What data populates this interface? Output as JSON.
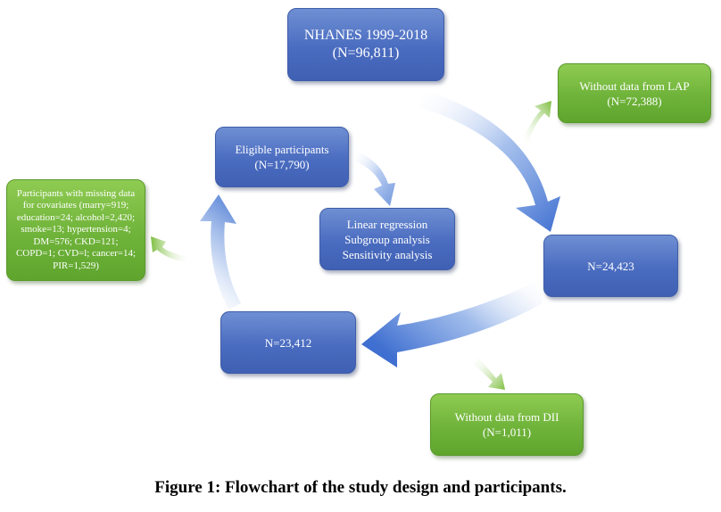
{
  "diagram": {
    "nodes": {
      "nhanes": {
        "line1": "NHANES 1999-2018",
        "line2": "(N=96,811)"
      },
      "lap": {
        "line1": "Without data from LAP",
        "line2": "(N=72,388)"
      },
      "eligible": {
        "line1": "Eligible participants",
        "line2": "(N=17,790)"
      },
      "analysis": {
        "line1": "Linear regression",
        "line2": "Subgroup analysis",
        "line3": "Sensitivity analysis"
      },
      "missing": {
        "lines": [
          "Participants with missing data",
          "for covariates (marry=919;",
          "education=24; alcohol=2,420;",
          "smoke=13; hypertension=4;",
          "DM=576; CKD=121;",
          "COPD=1; CVD=l; cancer=14;",
          "PIR=1,529)"
        ]
      },
      "n24423": {
        "line1": "N=24,423"
      },
      "n23412": {
        "line1": "N=23,412"
      },
      "dii": {
        "line1": "Without data from DII",
        "line2": "(N=1,011)"
      }
    },
    "colors": {
      "blue_box": "#4a6cc0",
      "green_box": "#6fb33a",
      "blue_arrow": "#5d83cf",
      "green_arrow": "#7dbe3f"
    }
  },
  "caption": "Figure 1: Flowchart of the study design and participants."
}
